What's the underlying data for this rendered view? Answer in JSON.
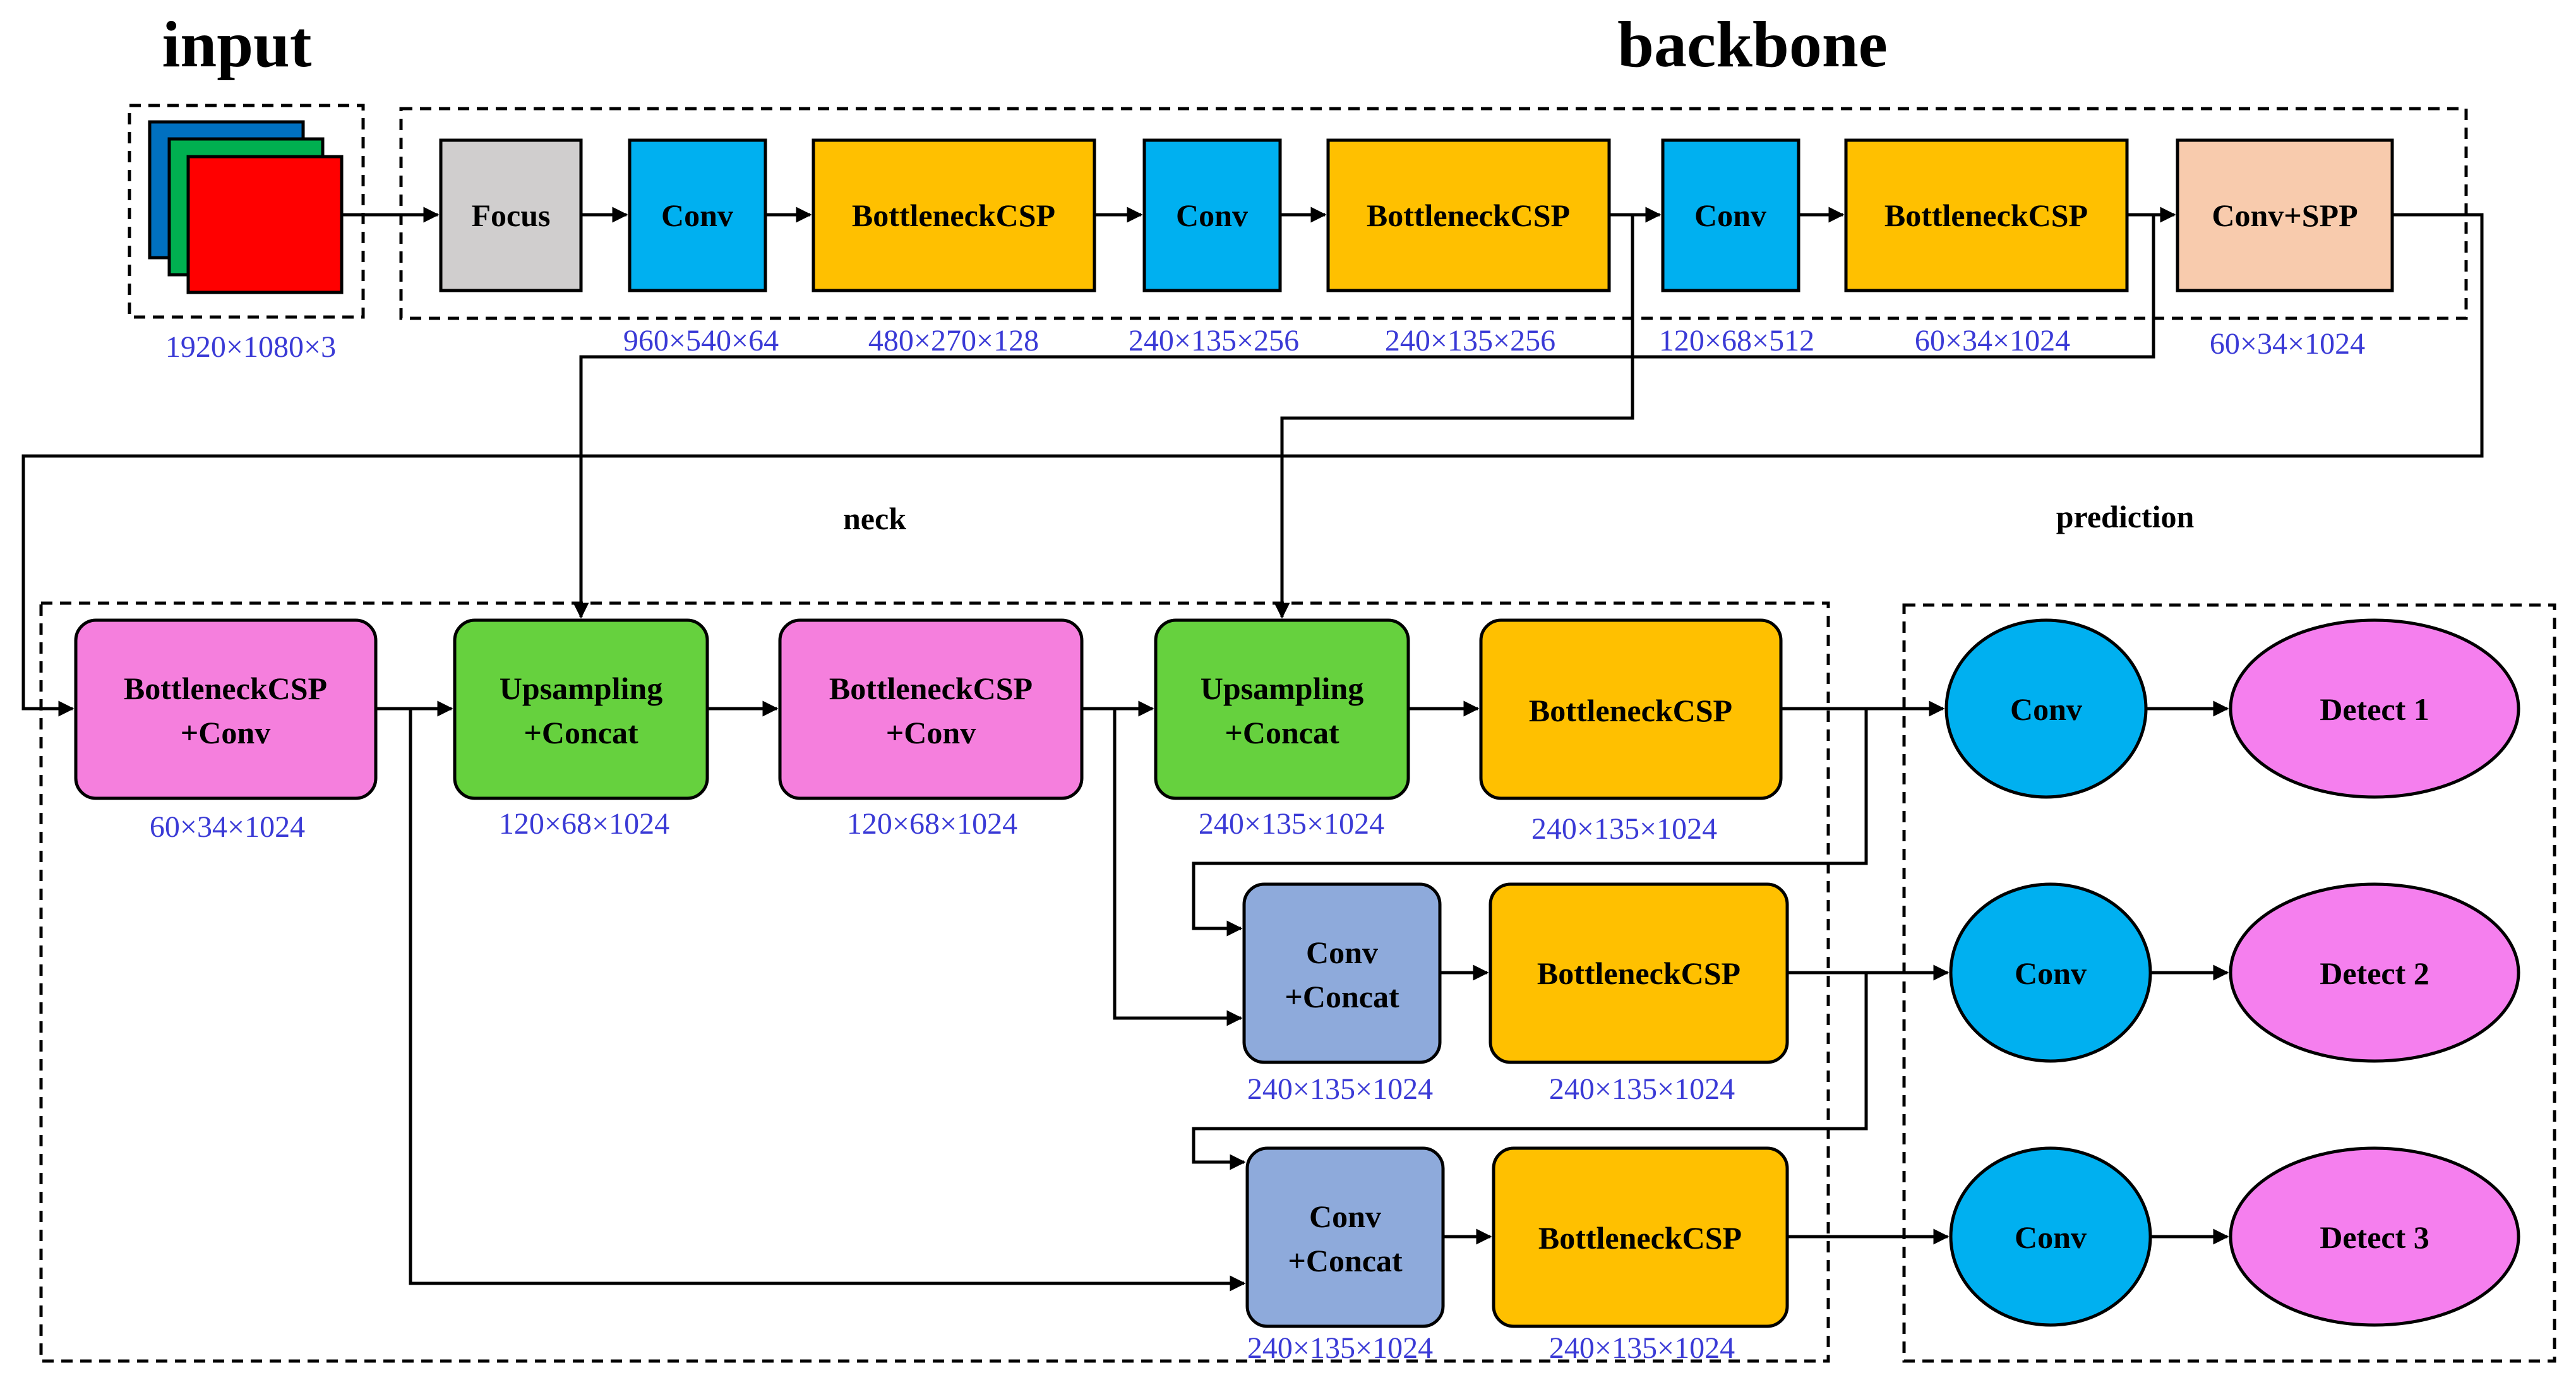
{
  "titles": {
    "input": "input",
    "backbone": "backbone",
    "neck": "neck",
    "prediction": "prediction"
  },
  "input_block": {
    "dims": "1920×1080×3",
    "layer_colors": [
      "#0070c0",
      "#00b050",
      "#ff0000"
    ]
  },
  "backbone": {
    "focus": "Focus",
    "conv1": {
      "label": "Conv",
      "dims": "960×540×64"
    },
    "csp1": {
      "label": "BottleneckCSP",
      "dims": "480×270×128"
    },
    "conv2": {
      "label": "Conv",
      "dims": "240×135×256"
    },
    "csp2": {
      "label": "BottleneckCSP",
      "dims": "240×135×256"
    },
    "conv3": {
      "label": "Conv",
      "dims": "120×68×512"
    },
    "csp3": {
      "label": "BottleneckCSP",
      "dims": "60×34×1024"
    },
    "spp": {
      "label": "Conv+SPP",
      "dims": "60×34×1024"
    }
  },
  "neck": {
    "csp_conv1": {
      "line1": "BottleneckCSP",
      "line2": "+Conv",
      "dims": "60×34×1024"
    },
    "up1": {
      "line1": "Upsampling",
      "line2": "+Concat",
      "dims": "120×68×1024"
    },
    "csp_conv2": {
      "line1": "BottleneckCSP",
      "line2": "+Conv",
      "dims": "120×68×1024"
    },
    "up2": {
      "line1": "Upsampling",
      "line2": "+Concat",
      "dims": "240×135×1024"
    },
    "csp_a": {
      "label": "BottleneckCSP",
      "dims": "240×135×1024"
    },
    "cc1": {
      "line1": "Conv",
      "line2": "+Concat",
      "dims": "240×135×1024"
    },
    "csp_b": {
      "label": "BottleneckCSP",
      "dims": "240×135×1024"
    },
    "cc2": {
      "line1": "Conv",
      "line2": "+Concat",
      "dims": "240×135×1024"
    },
    "csp_c": {
      "label": "BottleneckCSP",
      "dims": "240×135×1024"
    }
  },
  "prediction": {
    "conv_label": "Conv",
    "detect1": "Detect 1",
    "detect2": "Detect 2",
    "detect3": "Detect 3"
  },
  "colors": {
    "focus": "#d0cece",
    "conv": "#00b0f0",
    "csp": "#ffc000",
    "spp": "#f8cbad",
    "csp_conv": "#f57fdd",
    "upsampling": "#66d13e",
    "conv_concat": "#8eaadb",
    "detect": "#f57fee",
    "dims_text": "#3a3ad6"
  }
}
